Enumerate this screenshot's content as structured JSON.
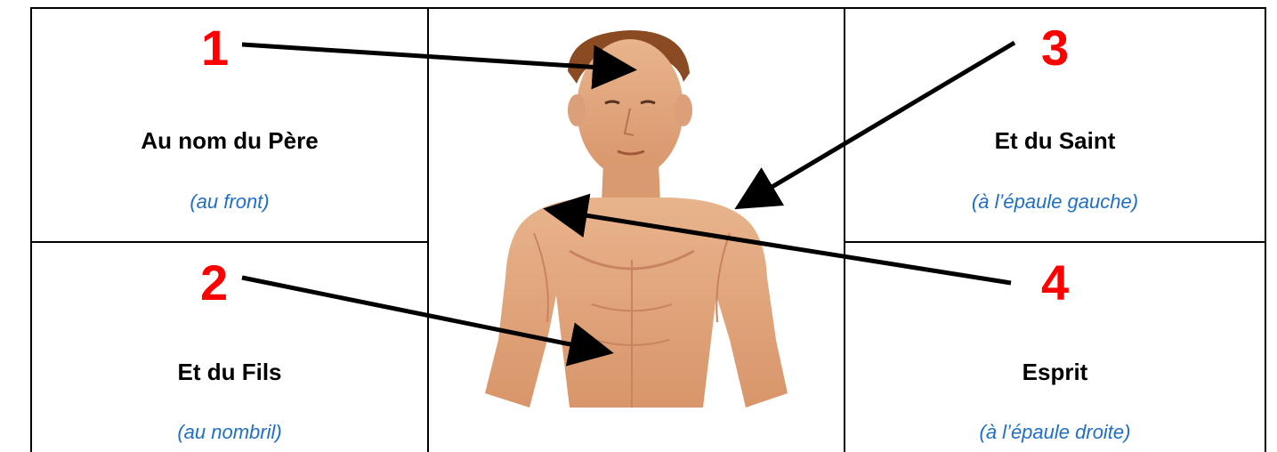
{
  "accent_red": "#ff0000",
  "caption_blue": "#1f6fc5",
  "cells": {
    "top_left": {
      "number": "1",
      "title": "Au nom du Père",
      "caption": "(au front)"
    },
    "bottom_left": {
      "number": "2",
      "title": "Et du Fils",
      "caption": "(au nombril)"
    },
    "top_right": {
      "number": "3",
      "title": "Et du Saint",
      "caption": "(à l’épaule gauche)"
    },
    "bottom_right": {
      "number": "4",
      "title": "Esprit",
      "caption": "(à l’épaule droite)"
    }
  },
  "figure": {
    "icon": "human-torso-illustration"
  }
}
